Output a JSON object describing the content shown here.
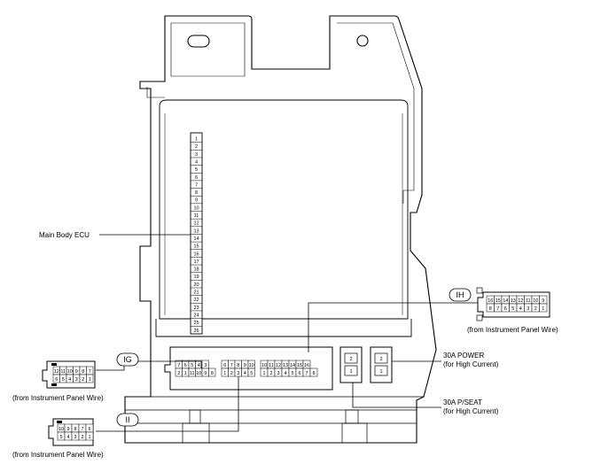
{
  "labels": {
    "main_body_ecu": "Main Body ECU",
    "from_ip_wire": "(from Instrument Panel Wire)",
    "power_30a_line1": "30A POWER",
    "power_30a_line2": "(for High Current)",
    "pseat_30a_line1": "30A P/SEAT",
    "pseat_30a_line2": "(for High Current)"
  },
  "connectors": {
    "IG": "IG",
    "II": "II",
    "IH": "IH"
  },
  "fuse_terminals": {
    "top": "2",
    "bottom": "1"
  },
  "ecu_pins": [
    "1",
    "2",
    "3",
    "4",
    "5",
    "6",
    "7",
    "8",
    "9",
    "10",
    "11",
    "12",
    "13",
    "14",
    "15",
    "16",
    "17",
    "18",
    "19",
    "20",
    "21",
    "22",
    "23",
    "24",
    "25",
    "26"
  ],
  "ig_pins_top": [
    "12",
    "11",
    "10",
    "9",
    "8",
    "7"
  ],
  "ig_pins_bottom": [
    "6",
    "5",
    "4",
    "3",
    "2",
    "1"
  ],
  "ii_pins_top": [
    "10",
    "9",
    "8",
    "7",
    "6"
  ],
  "ii_pins_bottom": [
    "5",
    "4",
    "3",
    "2",
    "1"
  ],
  "ih_pins_top": [
    "16",
    "15",
    "14",
    "13",
    "12",
    "11",
    "10",
    "9"
  ],
  "ih_pins_bottom": [
    "8",
    "7",
    "6",
    "5",
    "4",
    "3",
    "2",
    "1"
  ],
  "jb_a_top": [
    "7",
    "6",
    "5",
    "4",
    "3"
  ],
  "jb_a_bottom": [
    "2",
    "1",
    "11",
    "10",
    "9",
    "8"
  ],
  "jb_b_top": [
    "6",
    "7",
    "8",
    "9",
    "10"
  ],
  "jb_b_bottom": [
    "1",
    "2",
    "3",
    "4",
    "5"
  ],
  "jb_c_top": [
    "10",
    "11",
    "12",
    "13",
    "14",
    "15",
    "16"
  ],
  "jb_c_bottom": [
    "1",
    "2",
    "3",
    "4",
    "5",
    "6",
    "7",
    "8"
  ]
}
